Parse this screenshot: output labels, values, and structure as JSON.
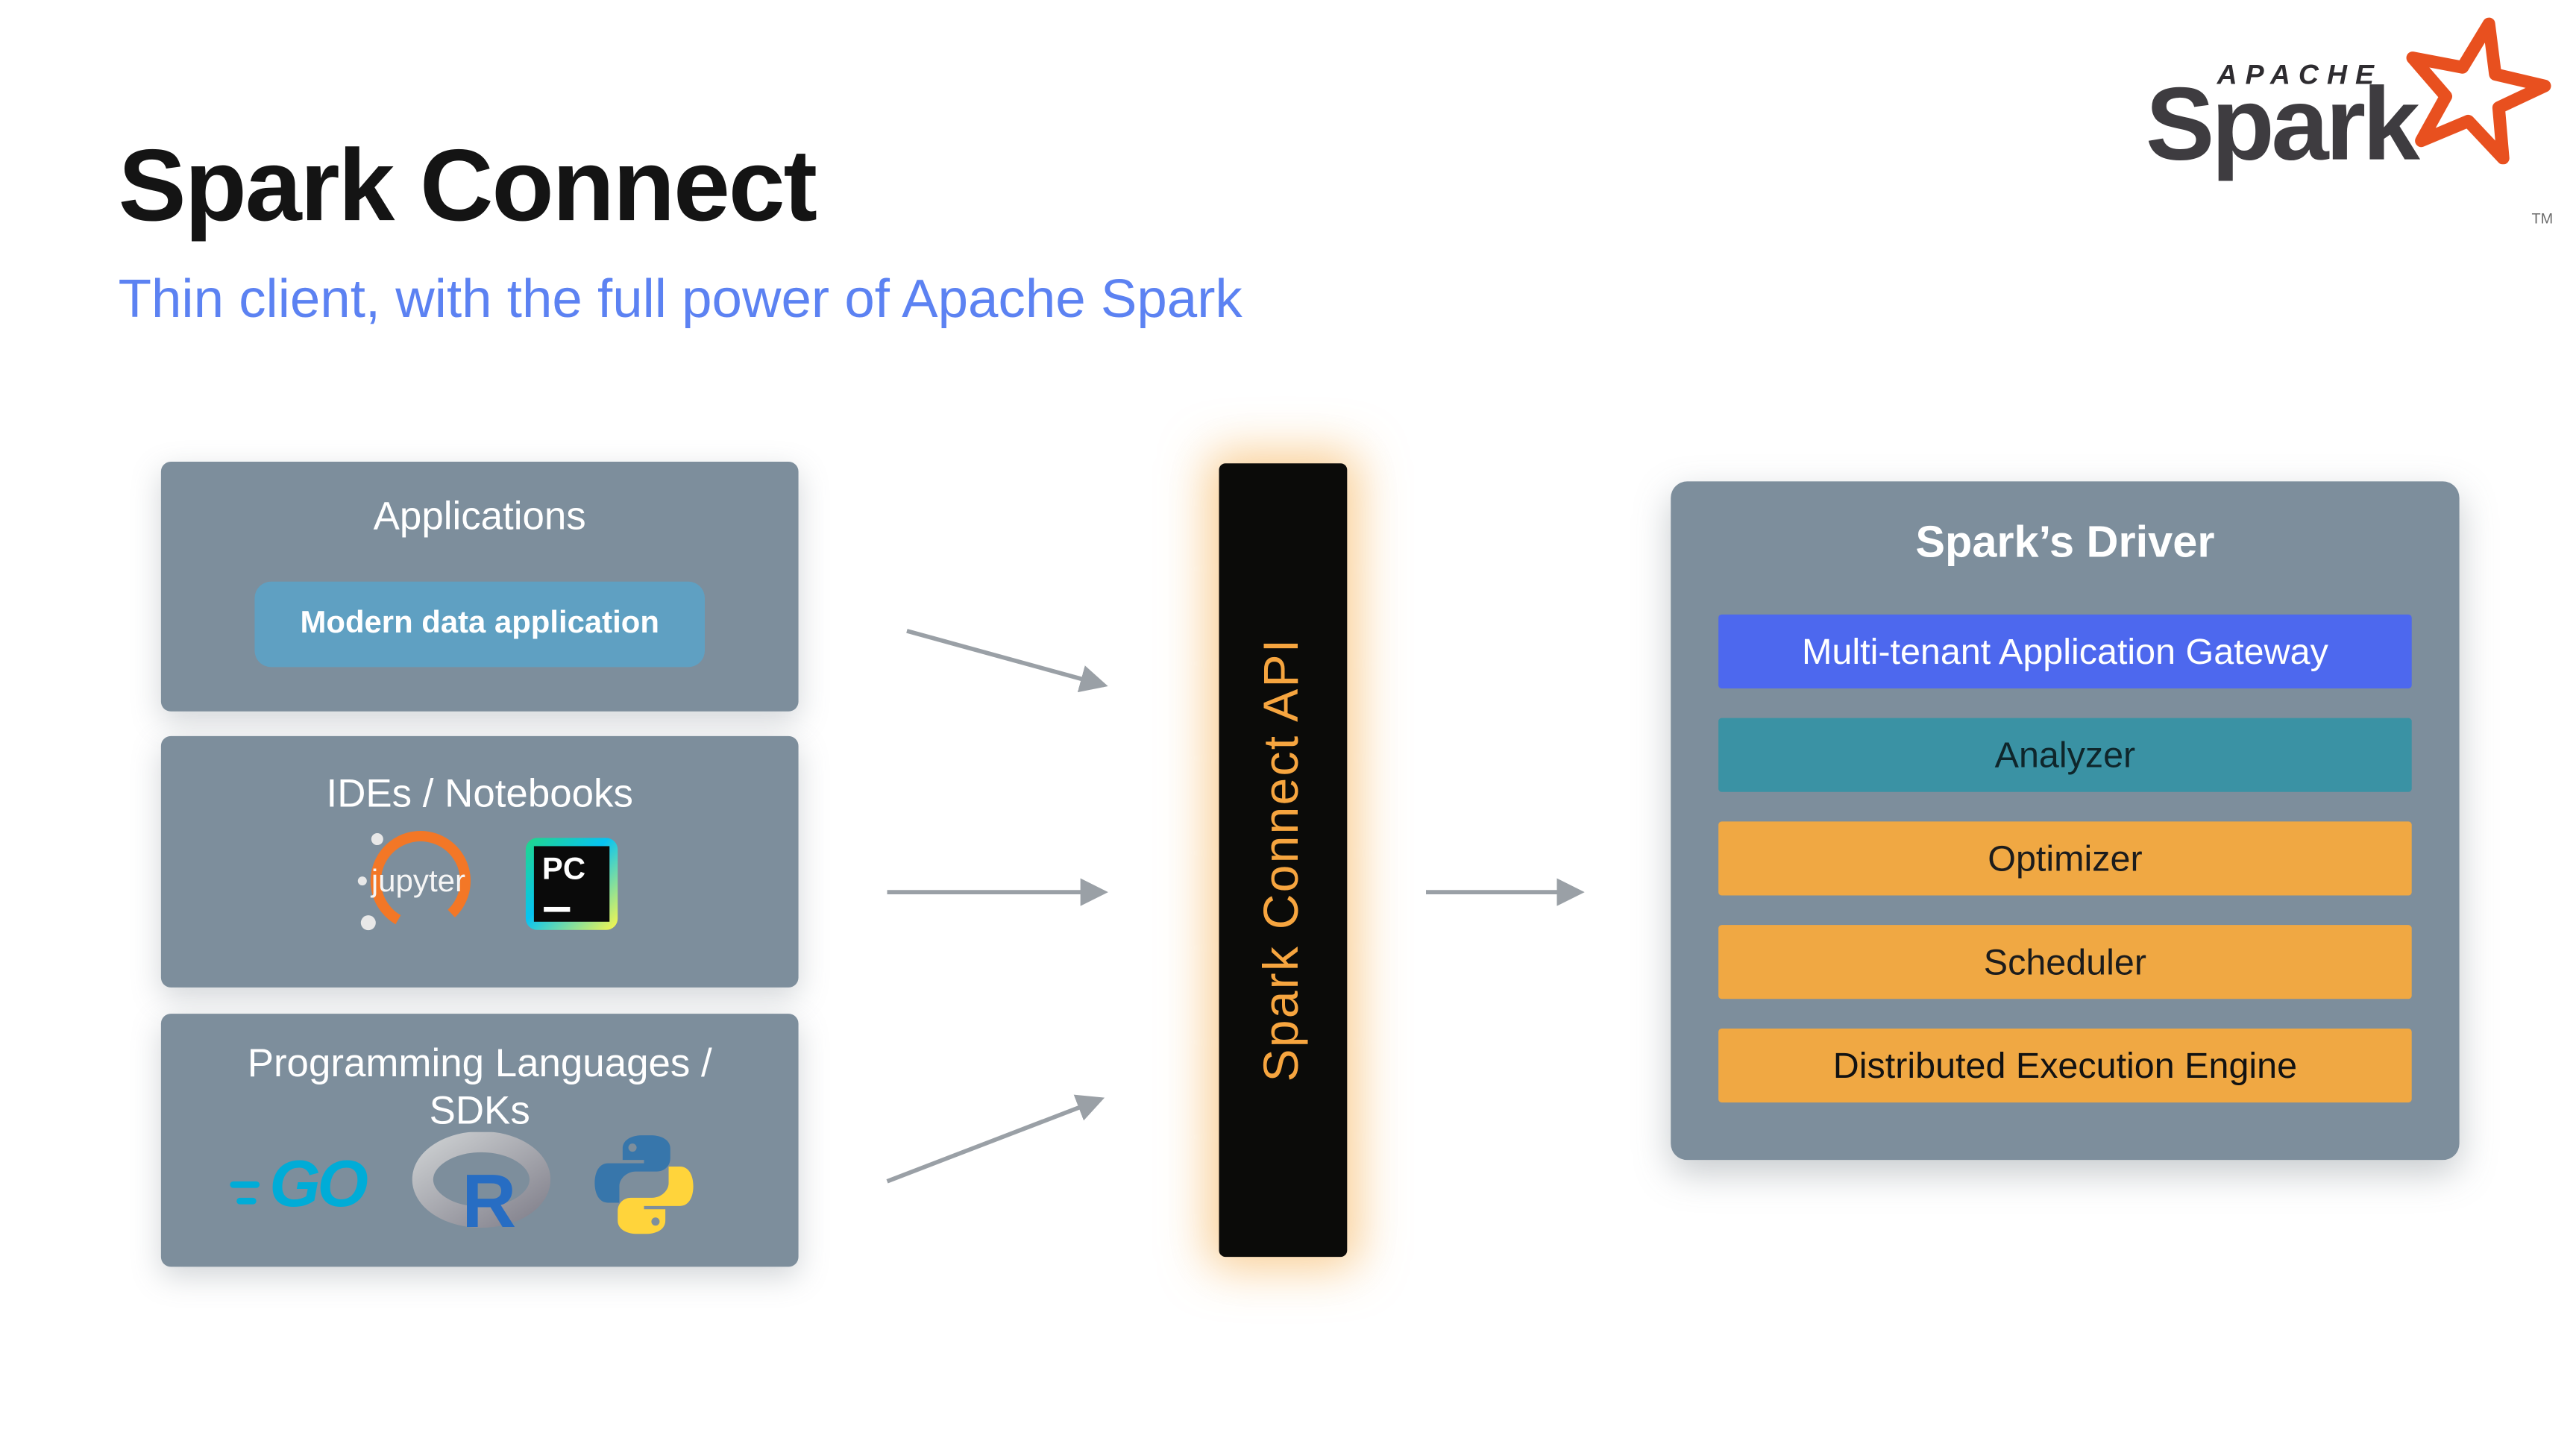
{
  "slide": {
    "title": "Spark Connect",
    "subtitle": "Thin client, with the full power of Apache Spark"
  },
  "logo": {
    "apache": "APACHE",
    "spark": "Spark",
    "tm": "TM"
  },
  "left_boxes": [
    {
      "title": "Applications",
      "button": "Modern data application"
    },
    {
      "title": "IDEs / Notebooks"
    },
    {
      "title": "Programming Languages / SDKs"
    }
  ],
  "icons": {
    "jupyter": "jupyter",
    "pycharm": "PC",
    "go": "GO",
    "r": "R",
    "python": "python-logo"
  },
  "connector": {
    "label": "Spark Connect API",
    "text_color": "#F6A53F",
    "bg": "#0B0B09"
  },
  "driver": {
    "title": "Spark’s Driver",
    "layers": [
      {
        "label": "Multi-tenant Application Gateway",
        "color": "#4D68EE",
        "text_color": "#FFFFFF"
      },
      {
        "label": "Analyzer",
        "color": "#3A92A4",
        "text_color": "#0F262B"
      },
      {
        "label": "Optimizer",
        "color": "#F0A843",
        "text_color": "#1C1C1C"
      },
      {
        "label": "Scheduler",
        "color": "#F0A843",
        "text_color": "#1C1C1C"
      },
      {
        "label": "Distributed Execution Engine",
        "color": "#F0A843",
        "text_color": "#121212"
      }
    ]
  },
  "colors": {
    "panel_bg": "#7D8E9C",
    "subtitle_blue": "#5C82F2",
    "spark_orange": "#E8501F",
    "arrow_gray": "#9AA0A6",
    "button_bg": "#5FA0C2"
  }
}
